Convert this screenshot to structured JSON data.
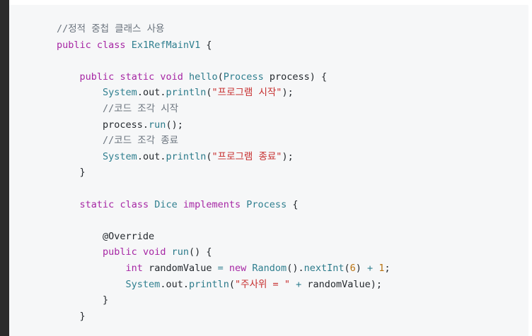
{
  "code": {
    "lines": [
      [
        {
          "t": "//정적 중첩 클래스 사용",
          "c": "cm"
        }
      ],
      [
        {
          "t": "public",
          "c": "kw"
        },
        {
          "t": " "
        },
        {
          "t": "class",
          "c": "kw"
        },
        {
          "t": " "
        },
        {
          "t": "Ex1RefMainV1",
          "c": "typ"
        },
        {
          "t": " {"
        }
      ],
      [],
      [
        {
          "t": "    "
        },
        {
          "t": "public",
          "c": "kw"
        },
        {
          "t": " "
        },
        {
          "t": "static",
          "c": "kw"
        },
        {
          "t": " "
        },
        {
          "t": "void",
          "c": "kw"
        },
        {
          "t": " "
        },
        {
          "t": "hello",
          "c": "fn"
        },
        {
          "t": "("
        },
        {
          "t": "Process",
          "c": "typ"
        },
        {
          "t": " process) {"
        }
      ],
      [
        {
          "t": "        "
        },
        {
          "t": "System",
          "c": "typ"
        },
        {
          "t": "."
        },
        {
          "t": "out"
        },
        {
          "t": "."
        },
        {
          "t": "println",
          "c": "fn"
        },
        {
          "t": "("
        },
        {
          "t": "\"프로그램 시작\"",
          "c": "str"
        },
        {
          "t": ");"
        }
      ],
      [
        {
          "t": "        "
        },
        {
          "t": "//코드 조각 시작",
          "c": "cm"
        }
      ],
      [
        {
          "t": "        process."
        },
        {
          "t": "run",
          "c": "fn"
        },
        {
          "t": "();"
        }
      ],
      [
        {
          "t": "        "
        },
        {
          "t": "//코드 조각 종료",
          "c": "cm"
        }
      ],
      [
        {
          "t": "        "
        },
        {
          "t": "System",
          "c": "typ"
        },
        {
          "t": "."
        },
        {
          "t": "out"
        },
        {
          "t": "."
        },
        {
          "t": "println",
          "c": "fn"
        },
        {
          "t": "("
        },
        {
          "t": "\"프로그램 종료\"",
          "c": "str"
        },
        {
          "t": ");"
        }
      ],
      [
        {
          "t": "    }"
        }
      ],
      [],
      [
        {
          "t": "    "
        },
        {
          "t": "static",
          "c": "kw"
        },
        {
          "t": " "
        },
        {
          "t": "class",
          "c": "kw"
        },
        {
          "t": " "
        },
        {
          "t": "Dice",
          "c": "typ"
        },
        {
          "t": " "
        },
        {
          "t": "implements",
          "c": "kw"
        },
        {
          "t": " "
        },
        {
          "t": "Process",
          "c": "typ"
        },
        {
          "t": " {"
        }
      ],
      [],
      [
        {
          "t": "        @Override"
        }
      ],
      [
        {
          "t": "        "
        },
        {
          "t": "public",
          "c": "kw"
        },
        {
          "t": " "
        },
        {
          "t": "void",
          "c": "kw"
        },
        {
          "t": " "
        },
        {
          "t": "run",
          "c": "fn"
        },
        {
          "t": "() {"
        }
      ],
      [
        {
          "t": "            "
        },
        {
          "t": "int",
          "c": "kw"
        },
        {
          "t": " randomValue "
        },
        {
          "t": "=",
          "c": "op"
        },
        {
          "t": " "
        },
        {
          "t": "new",
          "c": "kw"
        },
        {
          "t": " "
        },
        {
          "t": "Random",
          "c": "typ"
        },
        {
          "t": "()."
        },
        {
          "t": "nextInt",
          "c": "fn"
        },
        {
          "t": "("
        },
        {
          "t": "6",
          "c": "num"
        },
        {
          "t": ") "
        },
        {
          "t": "+",
          "c": "op"
        },
        {
          "t": " "
        },
        {
          "t": "1",
          "c": "num"
        },
        {
          "t": ";"
        }
      ],
      [
        {
          "t": "            "
        },
        {
          "t": "System",
          "c": "typ"
        },
        {
          "t": "."
        },
        {
          "t": "out"
        },
        {
          "t": "."
        },
        {
          "t": "println",
          "c": "fn"
        },
        {
          "t": "("
        },
        {
          "t": "\"주사위 = \"",
          "c": "str"
        },
        {
          "t": " "
        },
        {
          "t": "+",
          "c": "op"
        },
        {
          "t": " randomValue);"
        }
      ],
      [
        {
          "t": "        }"
        }
      ],
      [
        {
          "t": "    }"
        }
      ]
    ]
  }
}
